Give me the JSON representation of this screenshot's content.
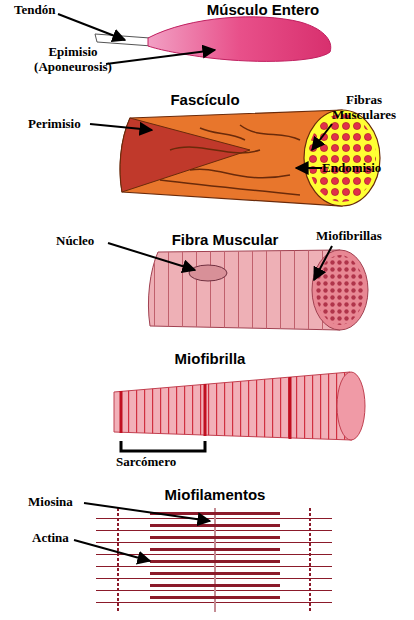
{
  "diagram": {
    "labels": [
      "Tendón",
      "Músculo Entero",
      "Epimisio (Aponeurosis)",
      "Fascículo",
      "Perimisio",
      "Fibras Musculares",
      "Endomisio",
      "Núcleo",
      "Fibra Muscular",
      "Miofibrillas",
      "Miofibrilla",
      "Sarcómero",
      "Miofilamentos",
      "Miosina",
      "Actina"
    ]
  }
}
